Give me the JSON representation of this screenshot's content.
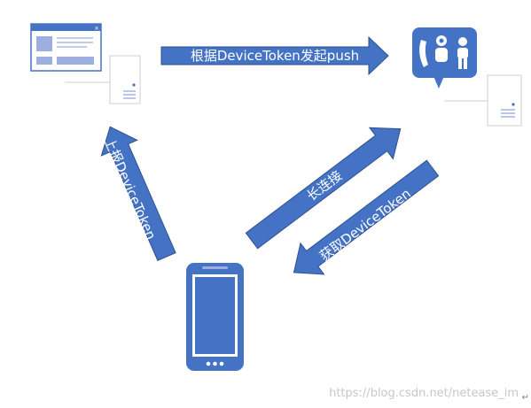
{
  "colors": {
    "arrow_fill": "#4472c4",
    "arrow_stroke": "#2f528f",
    "icon_blue": "#4472c4",
    "icon_light": "#9dafdf",
    "frame_gray": "#cfcfcf",
    "text_light": "#ffffff"
  },
  "nodes": {
    "app_server": {
      "icon": "web-window-server-icon"
    },
    "push_server": {
      "icon": "call-center-server-icon"
    },
    "device": {
      "icon": "smartphone-icon"
    }
  },
  "arrows": {
    "push": {
      "label": "根据DeviceToken发起push"
    },
    "report": {
      "label": "上报DeviceToken"
    },
    "long_connection": {
      "label": "长连接"
    },
    "fetch": {
      "label": "获取DeviceToken"
    }
  },
  "watermark": "https://blog.csdn.net/netease_im",
  "return_mark": "↵"
}
